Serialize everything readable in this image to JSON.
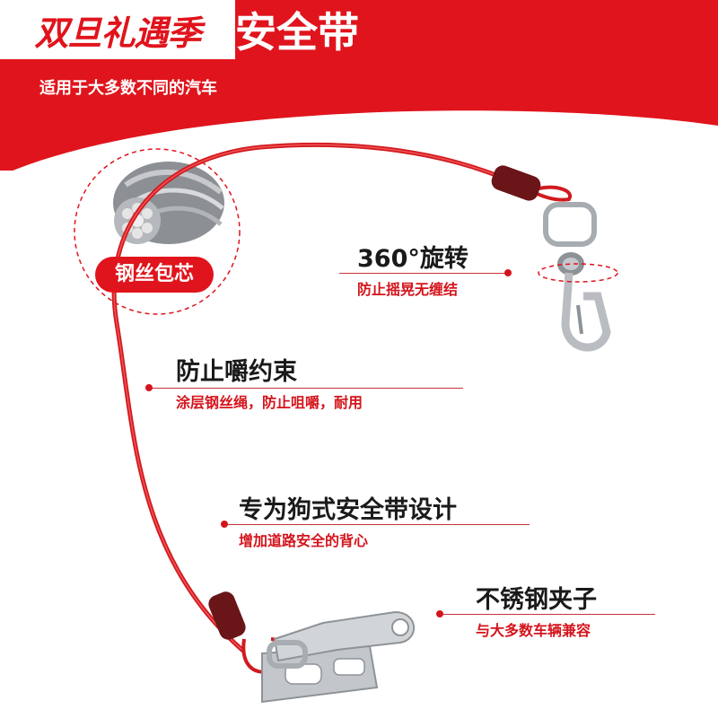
{
  "banner": {
    "promo": "双旦礼遇季",
    "title": "安全带",
    "subtitle": "适用于大多数不同的汽车",
    "red": "#e0141c"
  },
  "badge": {
    "label": "钢丝包芯"
  },
  "features": [
    {
      "title": "360°旋转",
      "desc": "防止摇晃无缠结"
    },
    {
      "title": "防止嚼约束",
      "desc": "涂层钢丝绳，防止咀嚼，耐用"
    },
    {
      "title": "专为狗式安全带设计",
      "desc": "增加道路安全的背心"
    },
    {
      "title": "不锈钢夹子",
      "desc": "与大多数车辆兼容"
    }
  ],
  "icons": {
    "cable": "steel-cable-core-icon",
    "swivel": "swivel-snap-hook-icon",
    "buckle": "seatbelt-buckle-clip-icon"
  }
}
